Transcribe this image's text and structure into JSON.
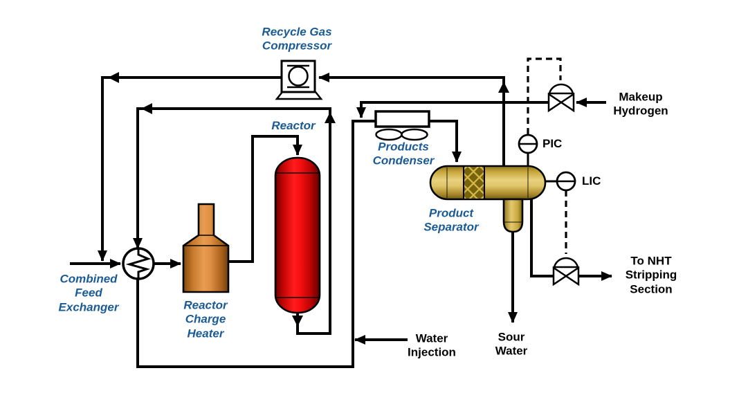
{
  "diagram": {
    "type": "process-flow-diagram",
    "equipment": {
      "recycle_gas_compressor": "Recycle Gas\nCompressor",
      "reactor": "Reactor",
      "reactor_charge_heater": "Reactor\nCharge\nHeater",
      "combined_feed_exchanger": "Combined\nFeed\nExchanger",
      "products_condenser": "Products\nCondenser",
      "product_separator": "Product\nSeparator"
    },
    "streams": {
      "makeup_hydrogen": "Makeup\nHydrogen",
      "water_injection": "Water\nInjection",
      "sour_water": "Sour\nWater",
      "to_nht_stripping_section": "To NHT\nStripping\nSection"
    },
    "instruments": {
      "pressure_controller": "PIC",
      "level_controller": "LIC"
    },
    "colors": {
      "label_blue": "#1A5B96",
      "line_black": "#000000",
      "reactor_red": "#E00505",
      "heater_orange": "#D9842E",
      "separator_gold": "#D4B23C",
      "background": "#FFFFFF"
    }
  }
}
